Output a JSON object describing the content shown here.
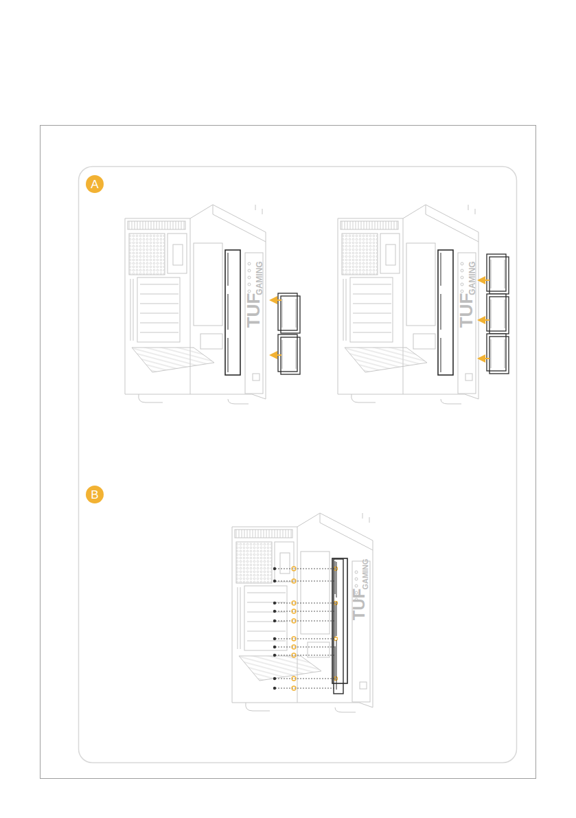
{
  "diagram": {
    "nodes": [
      {
        "text": [
          "A"
        ]
      },
      {
        "text": [
          "B"
        ]
      }
    ],
    "labels": [
      "TUF",
      "GAMING",
      "TUF",
      "GAMING",
      "TUF",
      "GAMING"
    ]
  }
}
